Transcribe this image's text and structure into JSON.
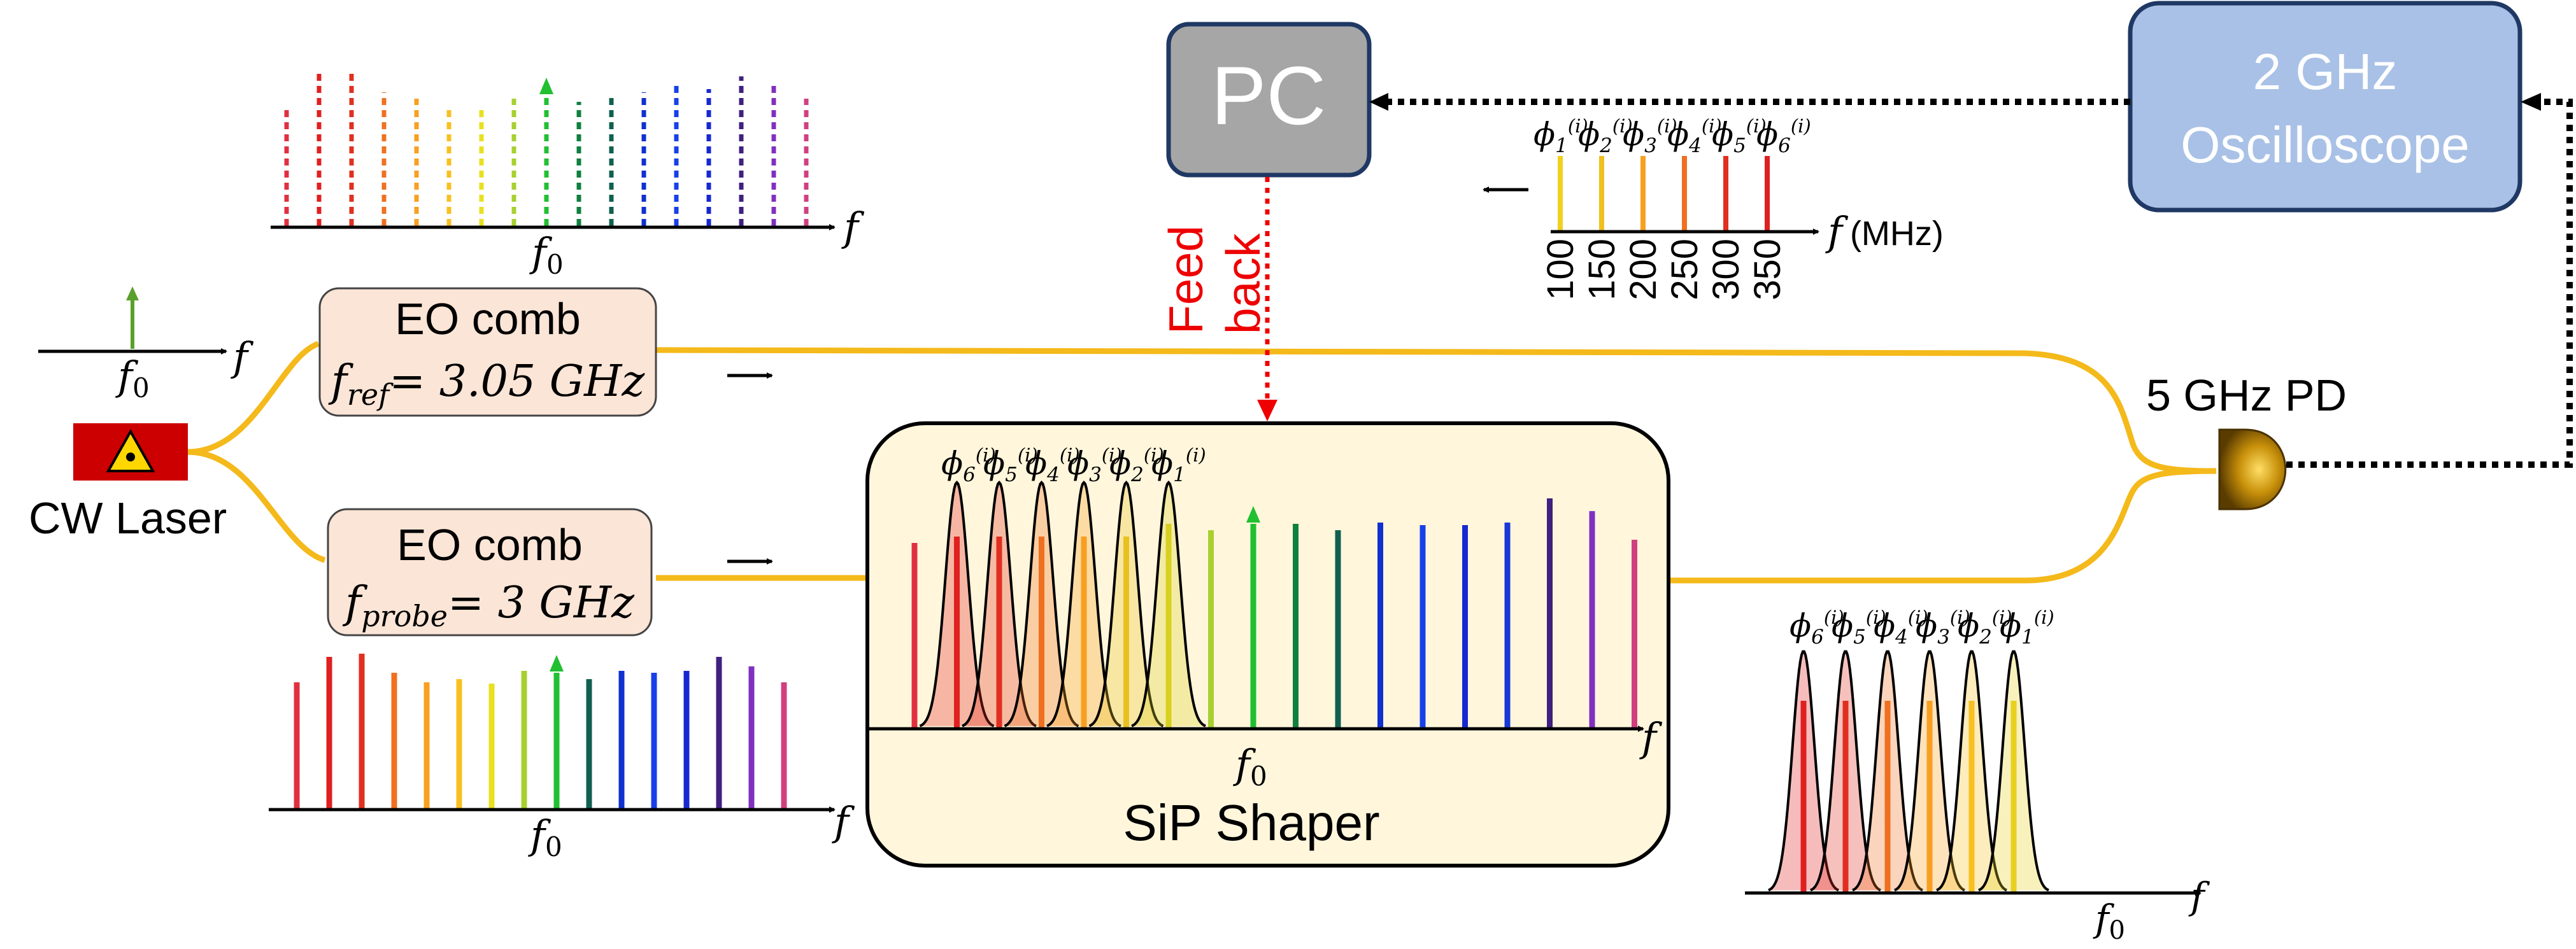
{
  "pc": {
    "label": "PC"
  },
  "oscilloscope": {
    "line1": "2 GHz",
    "line2": "Oscilloscope"
  },
  "photodetector": {
    "label": "5 GHz PD"
  },
  "laser": {
    "label": "CW Laser"
  },
  "eo_comb_ref": {
    "title": "EO comb",
    "param": "f",
    "subscript": "ref",
    "equation": "= 3.05 GHz"
  },
  "eo_comb_probe": {
    "title": "EO comb",
    "param": "f",
    "subscript": "probe",
    "equation": "= 3 GHz"
  },
  "feedback": {
    "line1": "Feed",
    "line2": "back"
  },
  "shaper": {
    "label": "SiP Shaper"
  },
  "axes": {
    "f": "f",
    "f0_main": "f",
    "f0_sub": "0"
  },
  "rf_axis": {
    "label_f": "f",
    "label_unit": "(MHz)",
    "ticks": [
      "100",
      "150",
      "200",
      "250",
      "300",
      "350"
    ]
  },
  "phases_ascending": [
    "1",
    "2",
    "3",
    "4",
    "5",
    "6"
  ],
  "phases_descending": [
    "6",
    "5",
    "4",
    "3",
    "2",
    "1"
  ],
  "phase_symbol": "ϕ",
  "phase_superscript": "(i)",
  "colors": {
    "pc_fill": "#a6a6a6",
    "oscilloscope_fill": "#a9c1e6",
    "box_border": "#1f3864",
    "eo_fill": "#fbe5d6",
    "shaper_fill": "#fff6dc",
    "fiber": "#f4b91a",
    "laser_red": "#cc0000",
    "feedback": "#ee0000",
    "comb_colors": [
      "#e03040",
      "#e02020",
      "#e03020",
      "#f07020",
      "#f8a020",
      "#f8c020",
      "#e8e020",
      "#a8d030",
      "#20c030",
      "#108040",
      "#106050",
      "#1030d0",
      "#1840e8",
      "#1828d0",
      "#402080",
      "#8030c0",
      "#d04080"
    ]
  }
}
